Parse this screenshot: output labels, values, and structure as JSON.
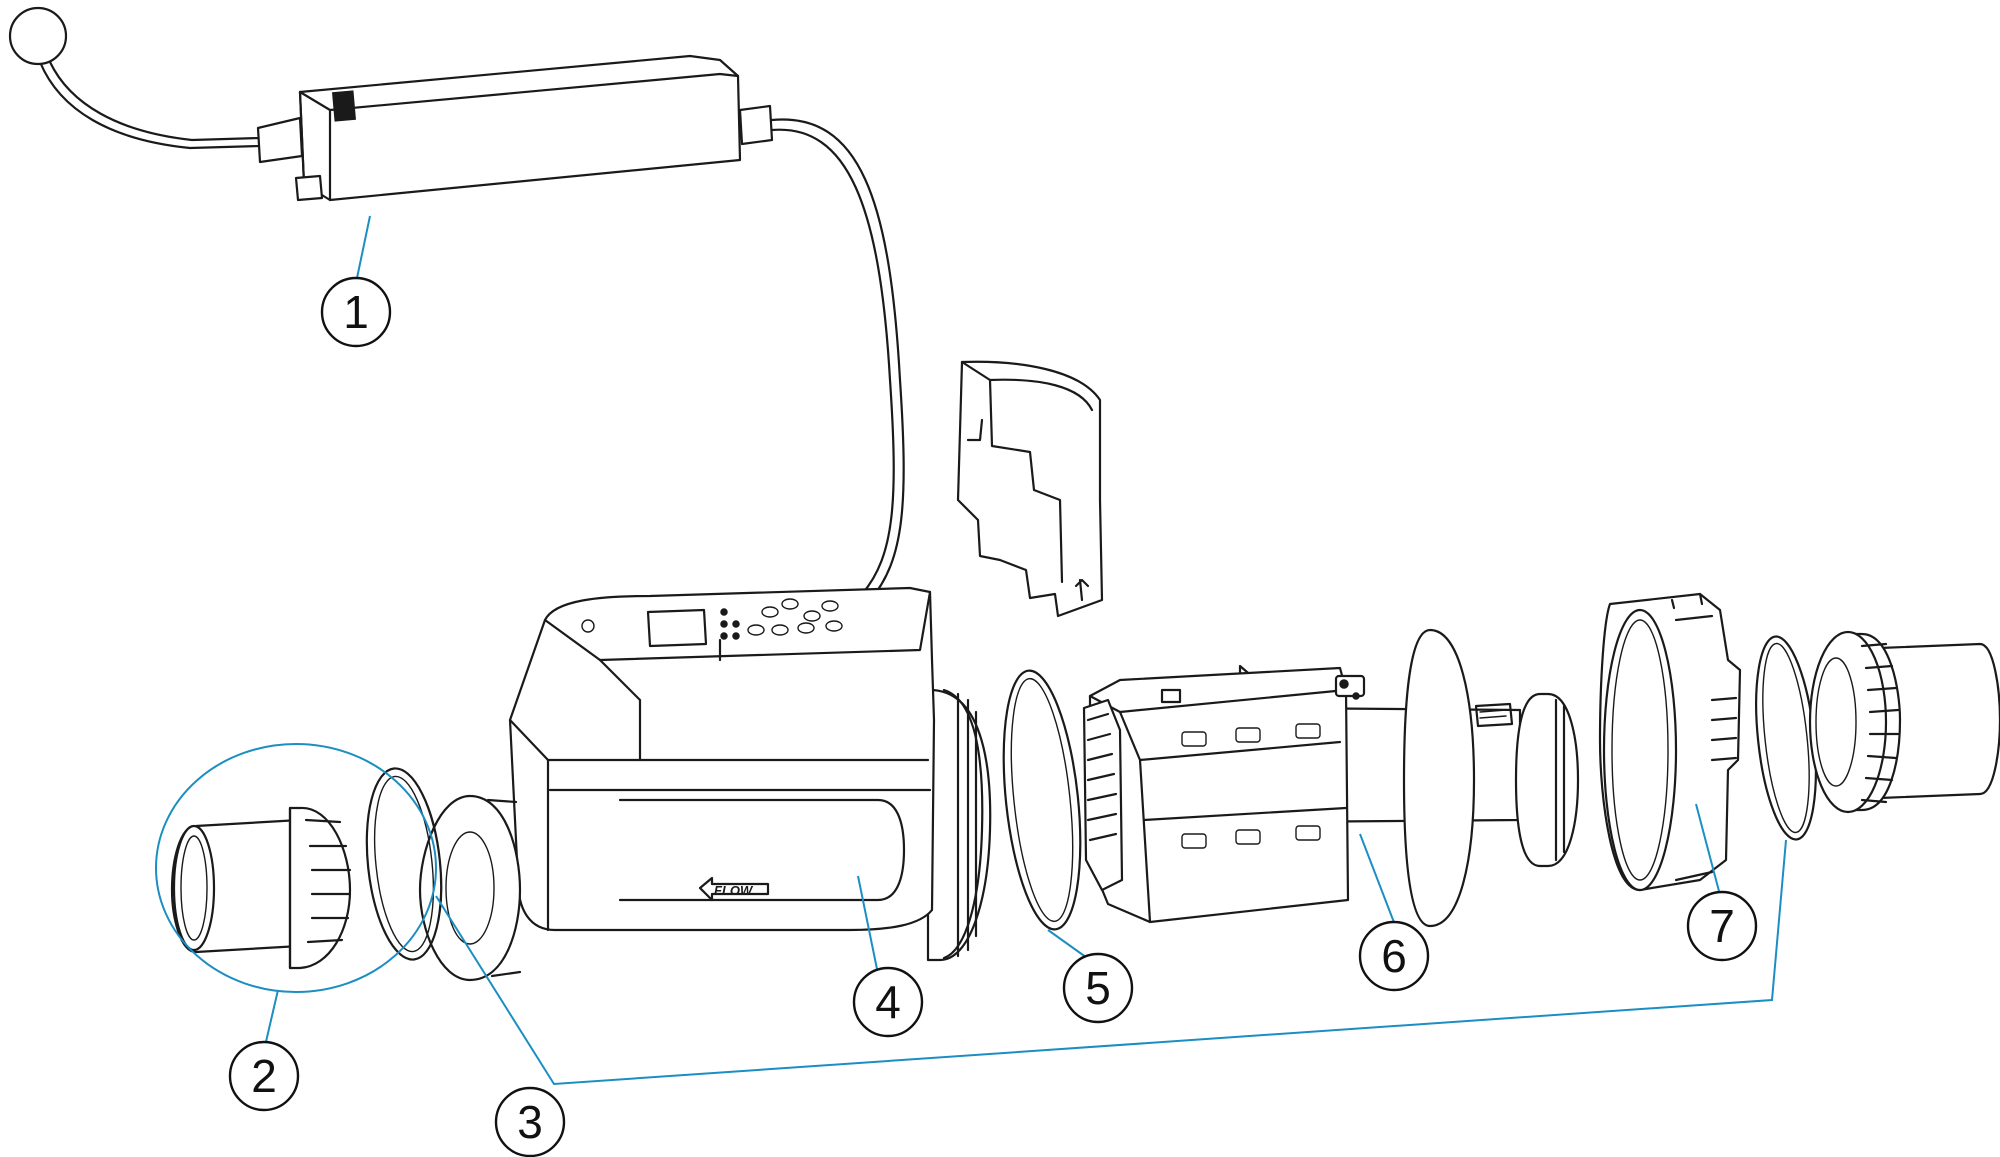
{
  "leader_color": "#1b8ec2",
  "flow_label": "FLOW",
  "callouts": [
    {
      "id": "1",
      "label": "1"
    },
    {
      "id": "2",
      "label": "2"
    },
    {
      "id": "3",
      "label": "3"
    },
    {
      "id": "4",
      "label": "4"
    },
    {
      "id": "5",
      "label": "5"
    },
    {
      "id": "6",
      "label": "6"
    },
    {
      "id": "7",
      "label": "7"
    }
  ]
}
